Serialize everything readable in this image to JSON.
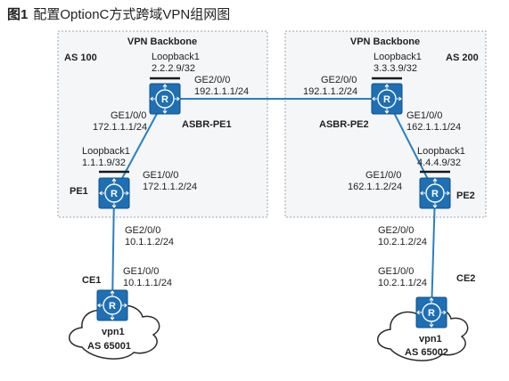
{
  "figure": {
    "number": "图1",
    "caption": "配置OptionC方式跨域VPN组网图"
  },
  "as_left": {
    "backbone": "VPN Backbone",
    "as": "AS 100"
  },
  "as_right": {
    "backbone": "VPN Backbone",
    "as": "AS 200"
  },
  "devices": {
    "asbr_pe1": {
      "name": "ASBR-PE1",
      "loopback_label": "Loopback1",
      "loopback_ip": "2.2.2.9/32",
      "if1": "GE2/0/0",
      "if1_ip": "192.1.1.1/24",
      "if2": "GE1/0/0",
      "if2_ip": "172.1.1.1/24"
    },
    "asbr_pe2": {
      "name": "ASBR-PE2",
      "loopback_label": "Loopback1",
      "loopback_ip": "3.3.3.9/32",
      "if1": "GE2/0/0",
      "if1_ip": "192.1.1.2/24",
      "if2": "GE1/0/0",
      "if2_ip": "162.1.1.1/24"
    },
    "pe1": {
      "name": "PE1",
      "loopback_label": "Loopback1",
      "loopback_ip": "1.1.1.9/32",
      "if1": "GE1/0/0",
      "if1_ip": "172.1.1.2/24",
      "if2": "GE2/0/0",
      "if2_ip": "10.1.1.2/24"
    },
    "pe2": {
      "name": "PE2",
      "loopback_label": "Loopback1",
      "loopback_ip": "4.4.4.9/32",
      "if1": "GE1/0/0",
      "if1_ip": "162.1.1.2/24",
      "if2": "GE2/0/0",
      "if2_ip": "10.2.1.2/24"
    },
    "ce1": {
      "name": "CE1",
      "if1": "GE1/0/0",
      "if1_ip": "10.1.1.1/24",
      "vpn": "vpn1",
      "as": "AS 65001"
    },
    "ce2": {
      "name": "CE2",
      "if1": "GE1/0/0",
      "if1_ip": "10.2.1.1/24",
      "vpn": "vpn1",
      "as": "AS 65002"
    }
  },
  "colors": {
    "router_fill": "#1e6fb4",
    "router_edge": "#0f4f8a",
    "link": "#2a7fc4",
    "zone_border": "#9aa4ad",
    "zone_fill": "#f4f6f8"
  }
}
